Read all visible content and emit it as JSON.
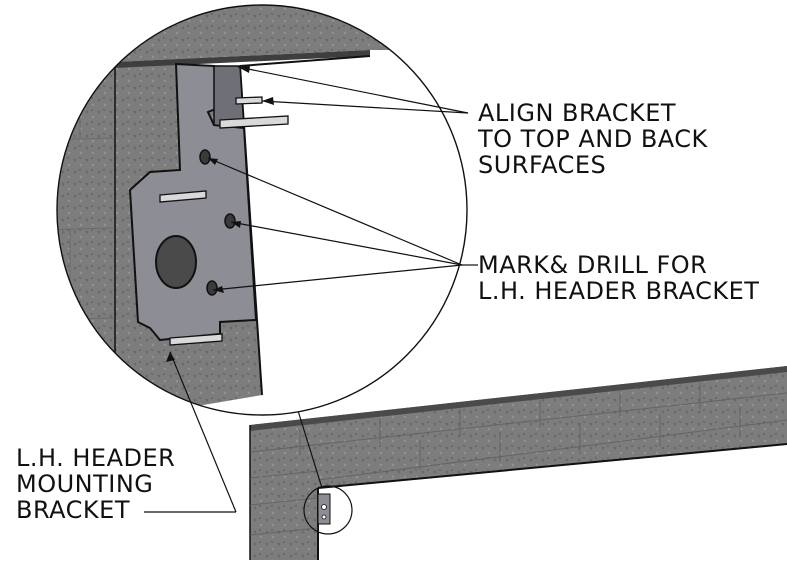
{
  "callouts": {
    "align": [
      "ALIGN BRACKET",
      "TO TOP AND BACK",
      "SURFACES"
    ],
    "drill": [
      "MARK& DRILL FOR",
      "L.H. HEADER BRACKET"
    ],
    "bracket": [
      "L.H. HEADER",
      "MOUNTING",
      "BRACKET"
    ]
  },
  "colors": {
    "line": "#111111",
    "bracket_plate": "#8d8d96",
    "wall": "#6e6e6e",
    "wall_dark": "#4a4a4a"
  }
}
